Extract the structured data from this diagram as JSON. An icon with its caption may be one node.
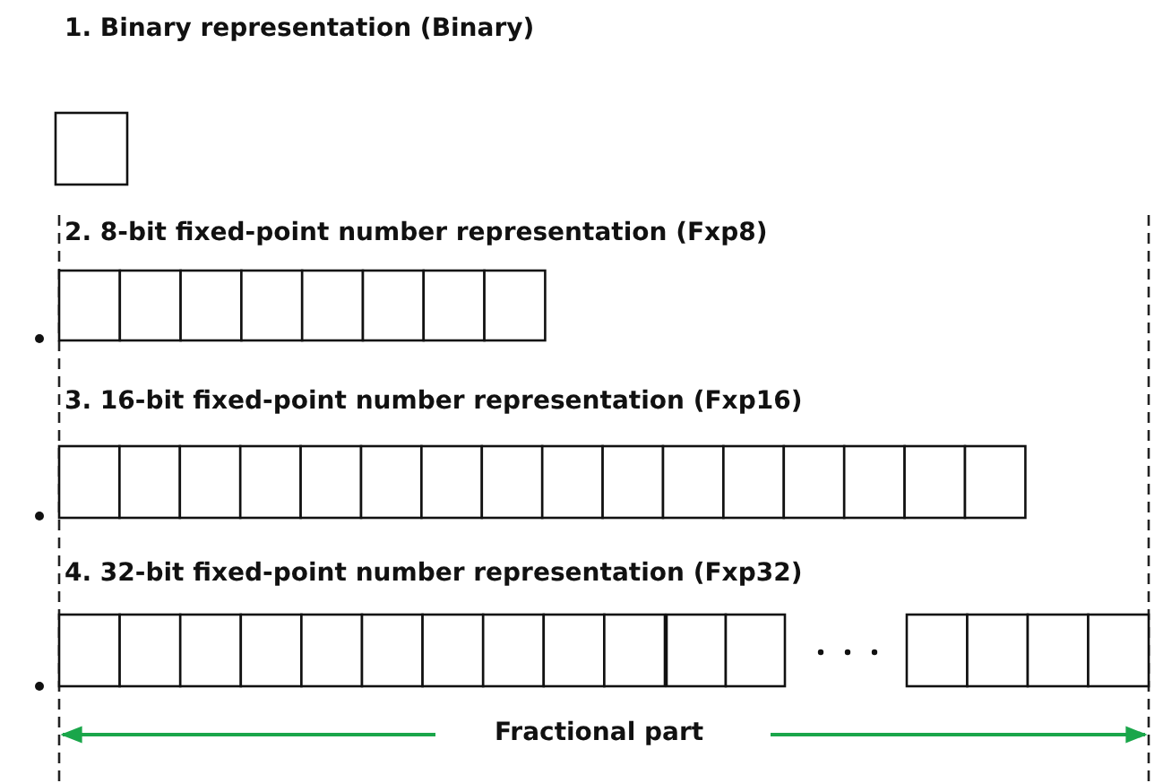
{
  "diagram": {
    "labels": [
      "1. Binary representation (Binary)",
      "2. 8-bit fixed-point number representation (Fxp8)",
      "3. 16-bit fixed-point number representation (Fxp16)",
      "4. 32-bit fixed-point number representation (Fxp32)",
      "Fractional part"
    ]
  }
}
